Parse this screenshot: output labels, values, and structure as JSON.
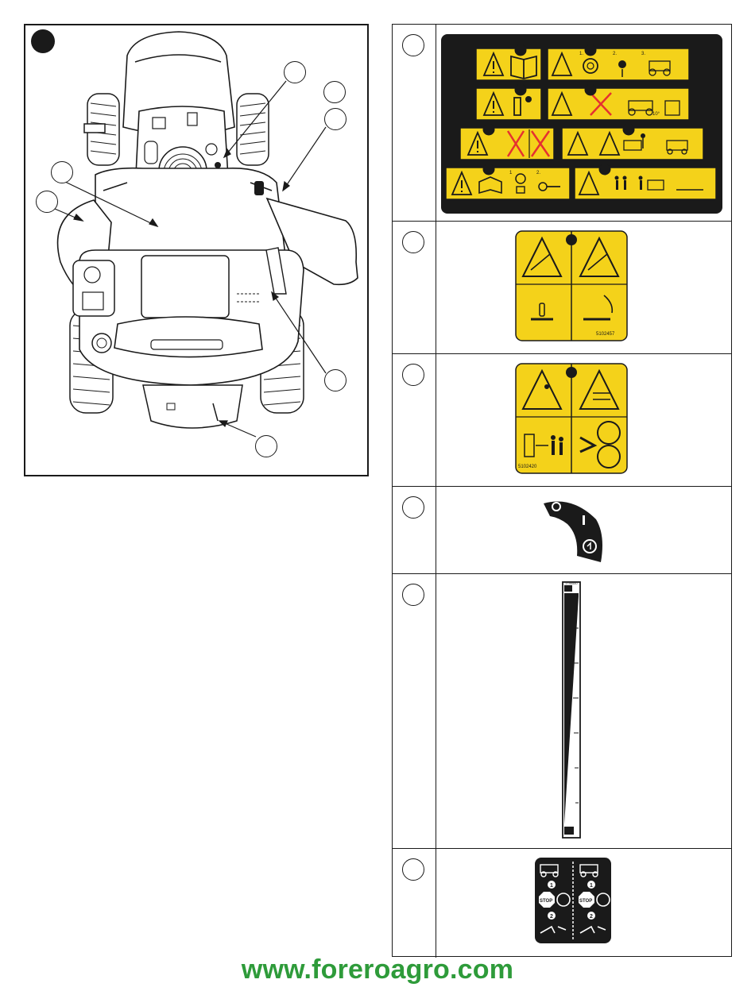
{
  "figure": {
    "marker_label": "",
    "tag_label": ""
  },
  "decals": {
    "d2_code": "5102457",
    "d3_code": "5102420",
    "d5_code": "1746550",
    "d1_steps_a": [
      "1.",
      "2.",
      "3."
    ],
    "d1_steps_b": [
      "1",
      "2."
    ],
    "d1_angle": "10°",
    "d4_symbols": [
      "O",
      "I"
    ],
    "d6_words": [
      "STOP",
      "STOP"
    ],
    "d6_steps": [
      "1",
      "1",
      "2",
      "2"
    ]
  },
  "footer": {
    "website": "www.foreroagro.com"
  },
  "colors": {
    "decal_yellow": "#f4d21a",
    "decal_black": "#1a1a1a",
    "footer_green": "#2e9b3a"
  }
}
